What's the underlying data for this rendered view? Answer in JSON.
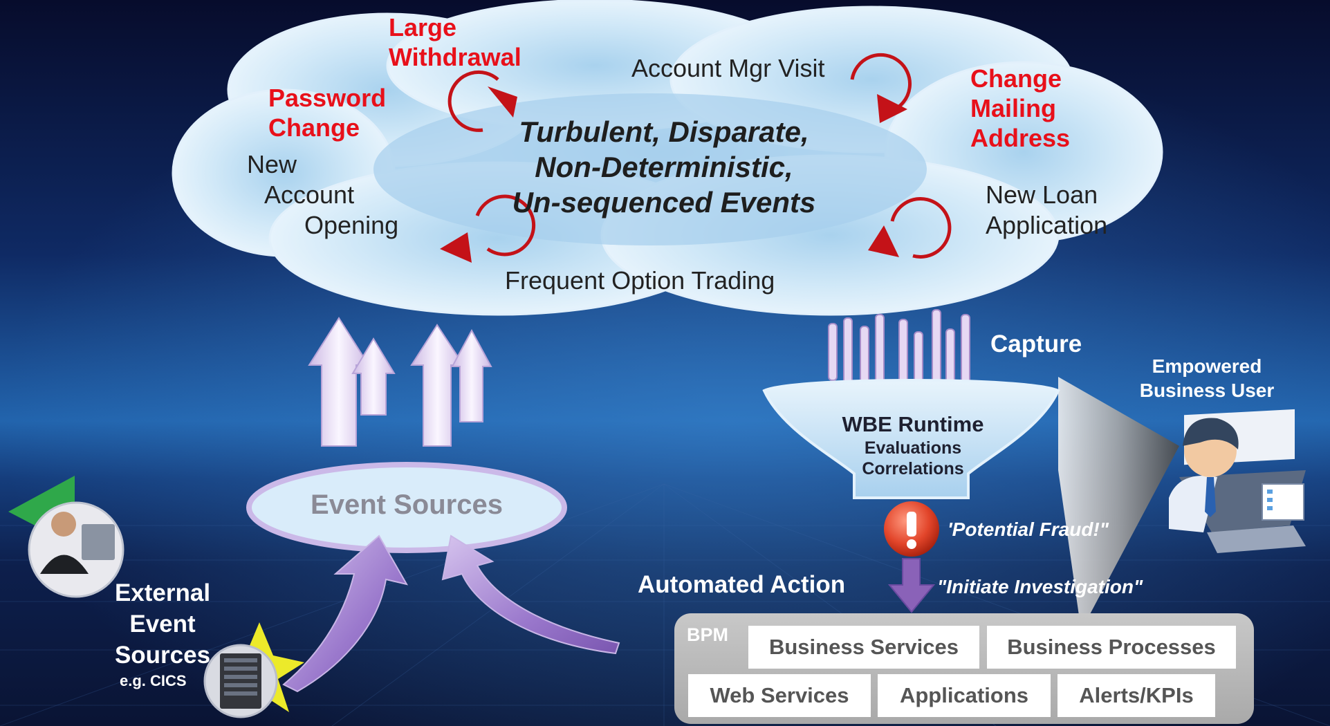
{
  "cloud": {
    "center_lines": [
      "Turbulent, Disparate,",
      "Non-Deterministic,",
      "Un-sequenced Events"
    ],
    "events_highlight": {
      "large_withdrawal": [
        "Large",
        "Withdrawal"
      ],
      "password_change": [
        "Password",
        "Change"
      ],
      "change_mailing_address": [
        "Change",
        "Mailing",
        "Address"
      ]
    },
    "events_normal": {
      "account_mgr_visit": "Account Mgr Visit",
      "new_account_opening": [
        "New",
        "Account",
        "Opening"
      ],
      "new_loan_application": [
        "New Loan",
        "Application"
      ],
      "frequent_option_trading": "Frequent Option Trading"
    }
  },
  "event_sources": {
    "label": "Event Sources"
  },
  "external_sources": {
    "lines": [
      "External",
      "Event",
      "Sources"
    ],
    "example": "e.g. CICS"
  },
  "capture": {
    "label": "Capture"
  },
  "wbe_runtime": {
    "title": "WBE Runtime",
    "lines": [
      "Evaluations",
      "Correlations"
    ]
  },
  "alert": {
    "text": "'Potential Fraud!\""
  },
  "automated_action": {
    "label": "Automated Action",
    "quote": "\"Initiate Investigation\""
  },
  "empowered_user": {
    "lines": [
      "Empowered",
      "Business User"
    ]
  },
  "bpm": {
    "label": "BPM",
    "row1": [
      "Business Services",
      "Business Processes"
    ],
    "row2": [
      "Web Services",
      "Applications",
      "Alerts/KPIs"
    ]
  },
  "colors": {
    "highlight": "#e8101a",
    "background_top": "#0b1236",
    "background_mid": "#1c5aa0",
    "arrow_light": "#e6d9f2",
    "arrow_purple": "#8b6bbf"
  }
}
